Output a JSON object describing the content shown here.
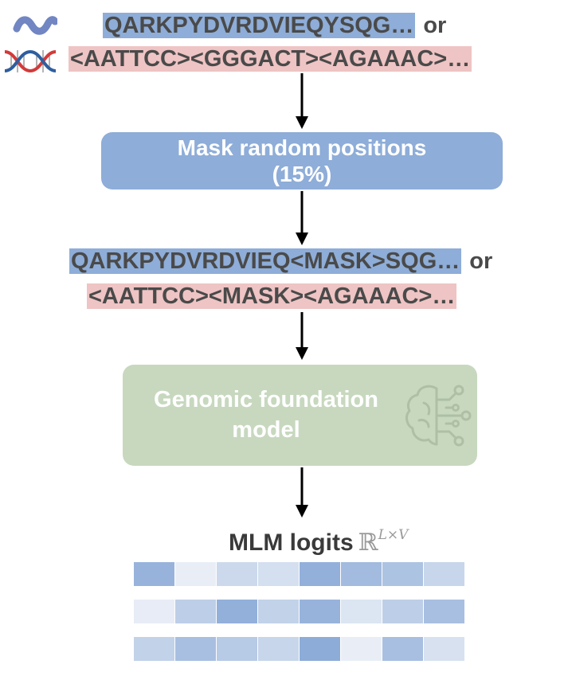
{
  "top": {
    "protein_seq": "QARKPYDVRDVIEQYSQG…",
    "or_label": "or",
    "dna_seq": "<AATTCC><GGGACT><AGAAAC>…"
  },
  "mask_box": {
    "line1": "Mask random positions",
    "line2": "(15%)"
  },
  "masked": {
    "protein_seq": "QARKPYDVRDVIEQ<MASK>SQG…",
    "or_label": "or",
    "dna_seq": "<AATTCC><MASK><AGAAAC>…"
  },
  "model_box": {
    "line1": "Genomic foundation",
    "line2": "model"
  },
  "logits": {
    "title": "MLM logits",
    "math_symbol": "ℝ",
    "math_superscript": "L×V",
    "heatmap_rows": [
      [
        0.85,
        0.08,
        0.35,
        0.28,
        0.9,
        0.75,
        0.65,
        0.4
      ],
      [
        0.1,
        0.5,
        0.9,
        0.45,
        0.85,
        0.2,
        0.5,
        0.7
      ],
      [
        0.45,
        0.7,
        0.55,
        0.4,
        0.95,
        0.08,
        0.7,
        0.25
      ]
    ]
  },
  "colors": {
    "accent_blue": "#8eadd8",
    "accent_pink": "#efc4c4",
    "model_green": "#c7d8bf",
    "heatmap_low": "#f1f4f9",
    "heatmap_high": "#88a8d6"
  }
}
